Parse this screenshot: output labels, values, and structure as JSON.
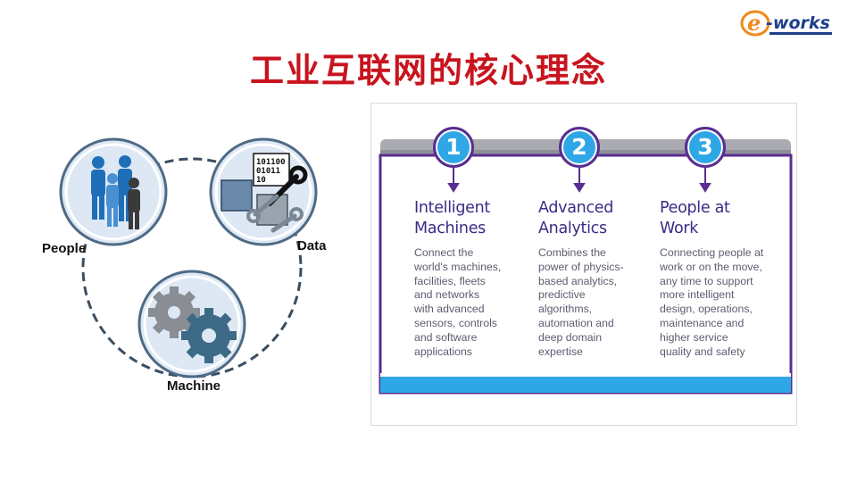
{
  "logo": {
    "text": "e-works",
    "colors": {
      "orange": "#f08a1c",
      "blue": "#1d3f8c"
    }
  },
  "title": "工业互联网的核心理念",
  "diagram": {
    "nodes": [
      {
        "label": "People",
        "icon": "people-icon"
      },
      {
        "label": "Data",
        "icon": "data-wrench-icon"
      },
      {
        "label": "Machine",
        "icon": "gears-icon"
      }
    ],
    "data_icon_text": [
      "101100",
      "01011",
      "10"
    ]
  },
  "panel": {
    "columns": [
      {
        "number": "1",
        "heading": "Intelligent\nMachines",
        "body": "Connect the\nworld's machines,\nfacilities, fleets\nand networks\nwith advanced\nsensors, controls\nand software\napplications"
      },
      {
        "number": "2",
        "heading": "Advanced\nAnalytics",
        "body": "Combines the\npower of physics-\nbased analytics,\npredictive\nalgorithms,\nautomation and\ndeep domain\nexpertise"
      },
      {
        "number": "3",
        "heading": "People at\nWork",
        "body": "Connecting people at\nwork or on the move,\nany time to support\nmore intelligent\ndesign, operations,\nmaintenance and\nhigher service\nquality and safety"
      }
    ],
    "colors": {
      "purple": "#5a2d91",
      "blue": "#2fa7e6",
      "heading": "#3b2a86",
      "title_red": "#c8141e"
    }
  }
}
